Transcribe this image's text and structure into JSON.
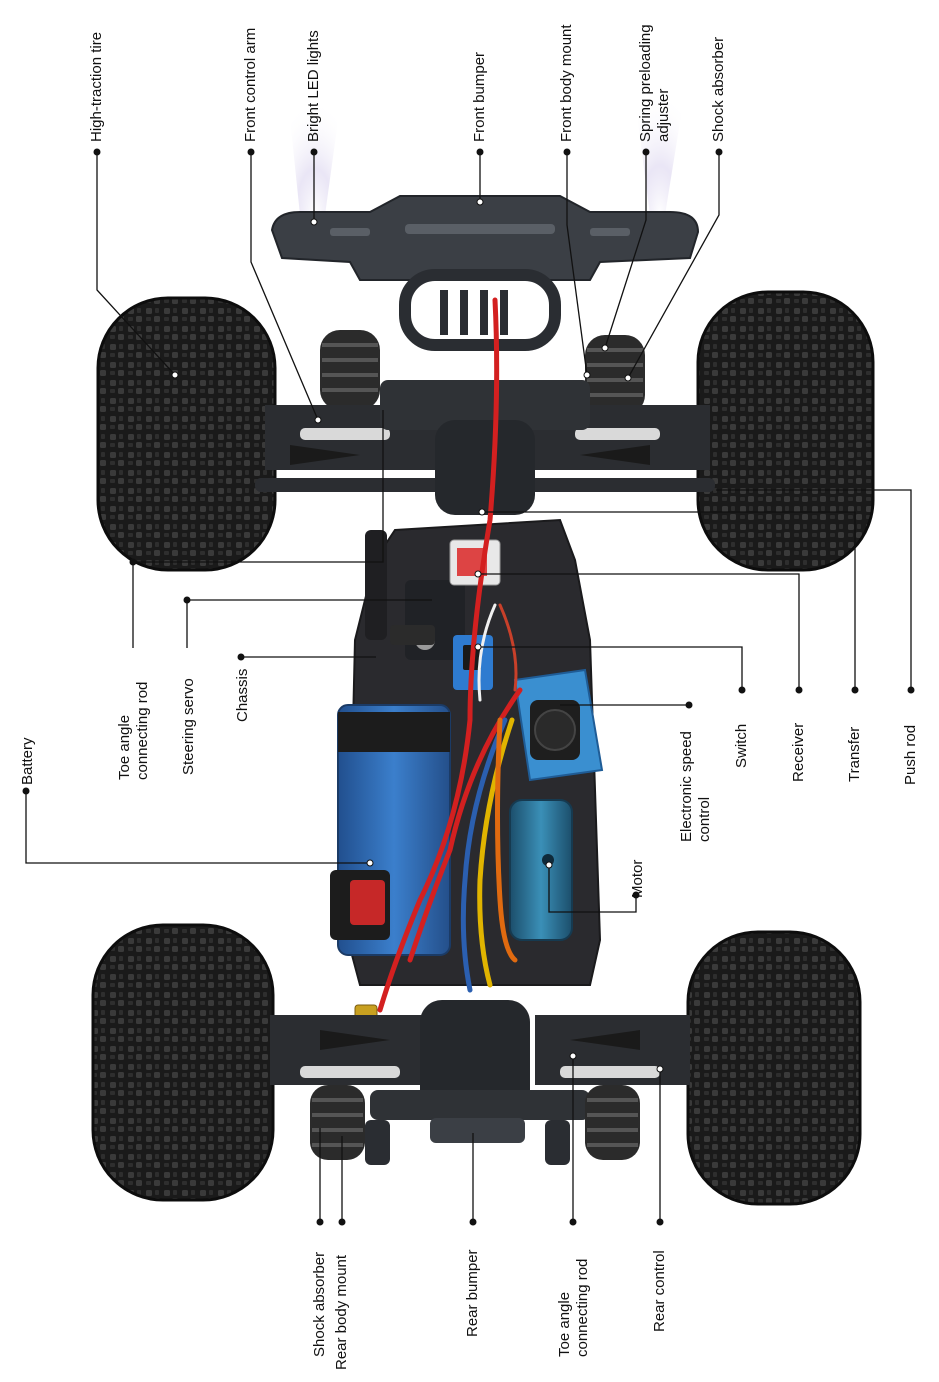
{
  "diagram": {
    "labels": {
      "high_traction_tire": "High-traction tire",
      "front_control_arm": "Front control arm",
      "bright_led_lights": "Bright LED lights",
      "front_bumper": "Front bumper",
      "front_body_mount": "Front body mount",
      "spring_preloading_adjuster_1": "Spring preloading",
      "spring_preloading_adjuster_2": "adjuster",
      "shock_absorber_front": "Shock absorber",
      "toe_angle_front_1": "Toe angle",
      "toe_angle_front_2": "connecting rod",
      "steering_servo": "Steering servo",
      "chassis": "Chassis",
      "battery": "Battery",
      "esc_1": "Electronic speed",
      "esc_2": "control",
      "switch": "Switch",
      "receiver": "Receiver",
      "transfer": "Transfer",
      "push_rod": "Push rod",
      "motor": "Motor",
      "shock_absorber_rear": "Shock absorber",
      "rear_body_mount": "Rear body mount",
      "rear_bumper": "Rear bumper",
      "toe_angle_rear_1": "Toe angle",
      "toe_angle_rear_2": "connecting rod",
      "rear_control": "Rear control"
    },
    "colors": {
      "line": "#111111",
      "tire": "#1c1c1c",
      "chassis": "#2a2a2e",
      "battery": "#2f6fb8",
      "esc": "#3a8fd0",
      "motor": "#2b6a8a",
      "wire_red": "#d32020"
    }
  }
}
